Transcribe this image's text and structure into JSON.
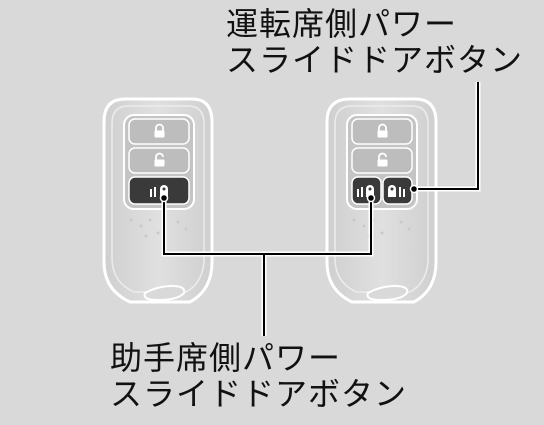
{
  "labels": {
    "driver_button": {
      "line1": "運転席側パワー",
      "line2": "スライドドアボタン"
    },
    "passenger_button": {
      "line1": "助手席側パワー",
      "line2": "スライドドアボタン"
    }
  },
  "colors": {
    "background": "#d9d9d9",
    "fob_body": "#d6d6d6",
    "fob_outline": "#ffffff",
    "button_panel": "#bdbdbd",
    "power_button": "#3a3a3a",
    "leader_line": "#000000"
  },
  "icons": {
    "lock": "lock-icon",
    "unlock": "unlock-icon",
    "passenger_slide_door": "passenger-slide-door-icon",
    "driver_slide_door": "driver-slide-door-icon"
  }
}
